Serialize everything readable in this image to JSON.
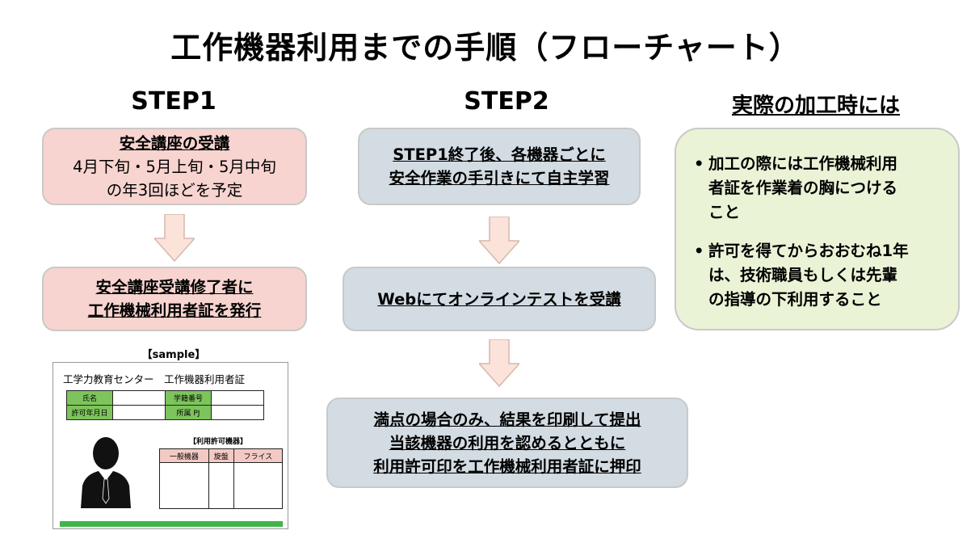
{
  "title": "工作機器利用までの手順（フローチャート）",
  "step1": {
    "heading": "STEP1",
    "box1": {
      "line1": "安全講座の受講",
      "line2": "4月下旬・5月上旬・5月中旬",
      "line3": "の年3回ほどを予定"
    },
    "box2": {
      "line1": "安全講座受講修了者に",
      "line2": "工作機械利用者証を発行"
    },
    "sample": {
      "label": "【sample】",
      "card_title": "工学力教育センター　工作機器利用者証",
      "fields": [
        "氏名",
        "学籍番号",
        "許可年月日",
        "所属 PJ"
      ],
      "permitted_label": "【利用許可機器】",
      "machines": [
        "一般機器",
        "旋盤",
        "フライス"
      ]
    }
  },
  "step2": {
    "heading": "STEP2",
    "box1": {
      "line1": "STEP1終了後、各機器ごとに",
      "line2": "安全作業の手引きにて自主学習"
    },
    "box2": {
      "line1": "Webにてオンラインテストを受講"
    },
    "box3": {
      "line1": "満点の場合のみ、結果を印刷して提出",
      "line2": "当該機器の利用を認めるとともに",
      "line3": "利用許可印を工作機械利用者証に押印"
    }
  },
  "note": {
    "heading": "実際の加工時には",
    "bullets": [
      {
        "dot": "•",
        "lines": [
          "加工の際には工作機械利用",
          "者証を作業着の胸につける",
          "こと"
        ]
      },
      {
        "dot": "•",
        "lines": [
          "許可を得てからおおむね1年",
          "は、技術職員もしくは先輩",
          "の指導の下利用すること"
        ]
      }
    ]
  },
  "colors": {
    "pink_box": "#f7d4cf",
    "gray_box": "#d3dce2",
    "green_box": "#eaf3d6",
    "arrow_fill": "#fbe3d9",
    "card_green": "#7dc45c"
  }
}
